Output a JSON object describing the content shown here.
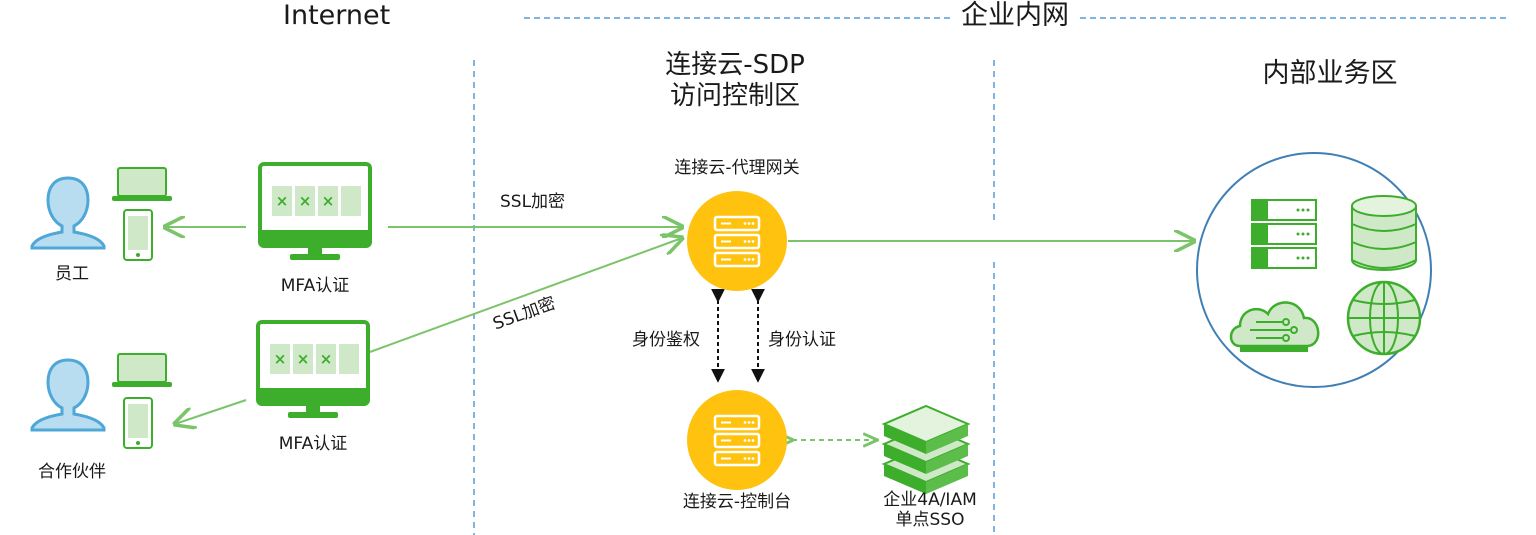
{
  "zones": {
    "internet": "Internet",
    "enterprise": "企业内网",
    "sdp_line1": "连接云-SDP",
    "sdp_line2": "访问控制区",
    "business": "内部业务区"
  },
  "nodes": {
    "employee": "员工",
    "partner": "合作伙伴",
    "mfa_top": "MFA认证",
    "mfa_bottom": "MFA认证",
    "proxy_gateway": "连接云-代理网关",
    "console": "连接云-控制台",
    "sso_line1": "企业4A/IAM",
    "sso_line2": "单点SSO"
  },
  "links": {
    "ssl_top": "SSL加密",
    "ssl_bottom": "SSL加密",
    "auth_left": "身份鉴权",
    "auth_right": "身份认证"
  },
  "colors": {
    "green": "#3dae2b",
    "green_light": "#cfe9c8",
    "green_line": "#7cc46a",
    "yellow": "#ffc20e",
    "blue_person": "#4ea7d6",
    "blue_dash": "#5a9bd5",
    "circle_stroke": "#3f7fb5"
  },
  "icons": [
    "person-icon",
    "laptop-icon",
    "phone-icon",
    "monitor-icon",
    "server-icon",
    "appliance-stack-icon",
    "database-icon",
    "cloud-icon",
    "globe-icon"
  ]
}
